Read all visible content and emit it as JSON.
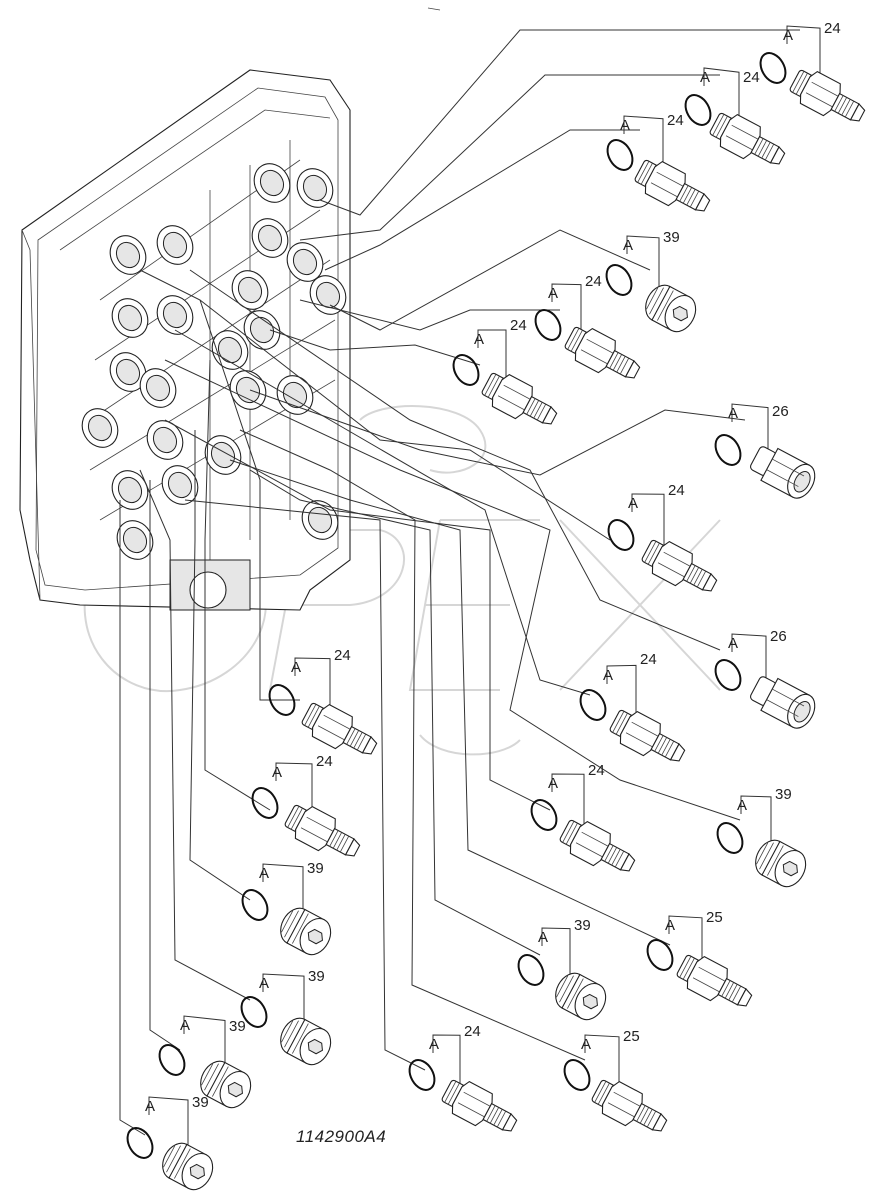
{
  "diagram": {
    "drawing_code": "1142900A4",
    "oring_label": "A",
    "watermark": "OPEX",
    "callouts": [
      {
        "part": "24",
        "kind": "fitting"
      },
      {
        "part": "24",
        "kind": "fitting"
      },
      {
        "part": "24",
        "kind": "fitting"
      },
      {
        "part": "39",
        "kind": "plug"
      },
      {
        "part": "24",
        "kind": "fitting"
      },
      {
        "part": "24",
        "kind": "fitting"
      },
      {
        "part": "26",
        "kind": "adapter"
      },
      {
        "part": "24",
        "kind": "fitting"
      },
      {
        "part": "26",
        "kind": "adapter"
      },
      {
        "part": "24",
        "kind": "fitting"
      },
      {
        "part": "24",
        "kind": "fitting"
      },
      {
        "part": "39",
        "kind": "plug"
      },
      {
        "part": "24",
        "kind": "fitting"
      },
      {
        "part": "24",
        "kind": "fitting"
      },
      {
        "part": "39",
        "kind": "plug"
      },
      {
        "part": "39",
        "kind": "plug"
      },
      {
        "part": "25",
        "kind": "fitting"
      },
      {
        "part": "39",
        "kind": "plug"
      },
      {
        "part": "39",
        "kind": "plug"
      },
      {
        "part": "39",
        "kind": "plug"
      },
      {
        "part": "24",
        "kind": "fitting"
      },
      {
        "part": "25",
        "kind": "fitting"
      }
    ]
  }
}
